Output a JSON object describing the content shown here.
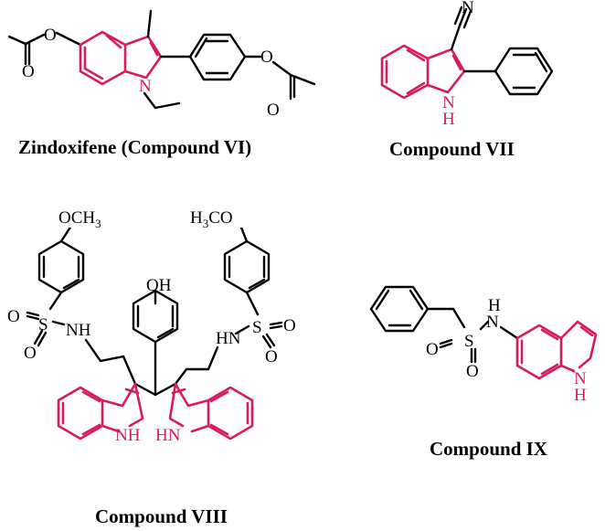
{
  "captions": {
    "zindoxifene": "Zindoxifene (Compound VI)",
    "vii": "Compound VII",
    "viii": "Compound VIII",
    "ix": "Compound IX"
  },
  "atoms": {
    "o": "O",
    "n": "N",
    "nh": "NH",
    "hn": "HN",
    "h": "H",
    "s": "S",
    "oh": "OH",
    "och3_main": "OCH",
    "och3_sub": "3",
    "h3co_pre": "H",
    "h3co_sub": "3",
    "h3co_post": "CO"
  },
  "colors": {
    "bond": "#000000",
    "indole_highlight": "#d81b60"
  }
}
